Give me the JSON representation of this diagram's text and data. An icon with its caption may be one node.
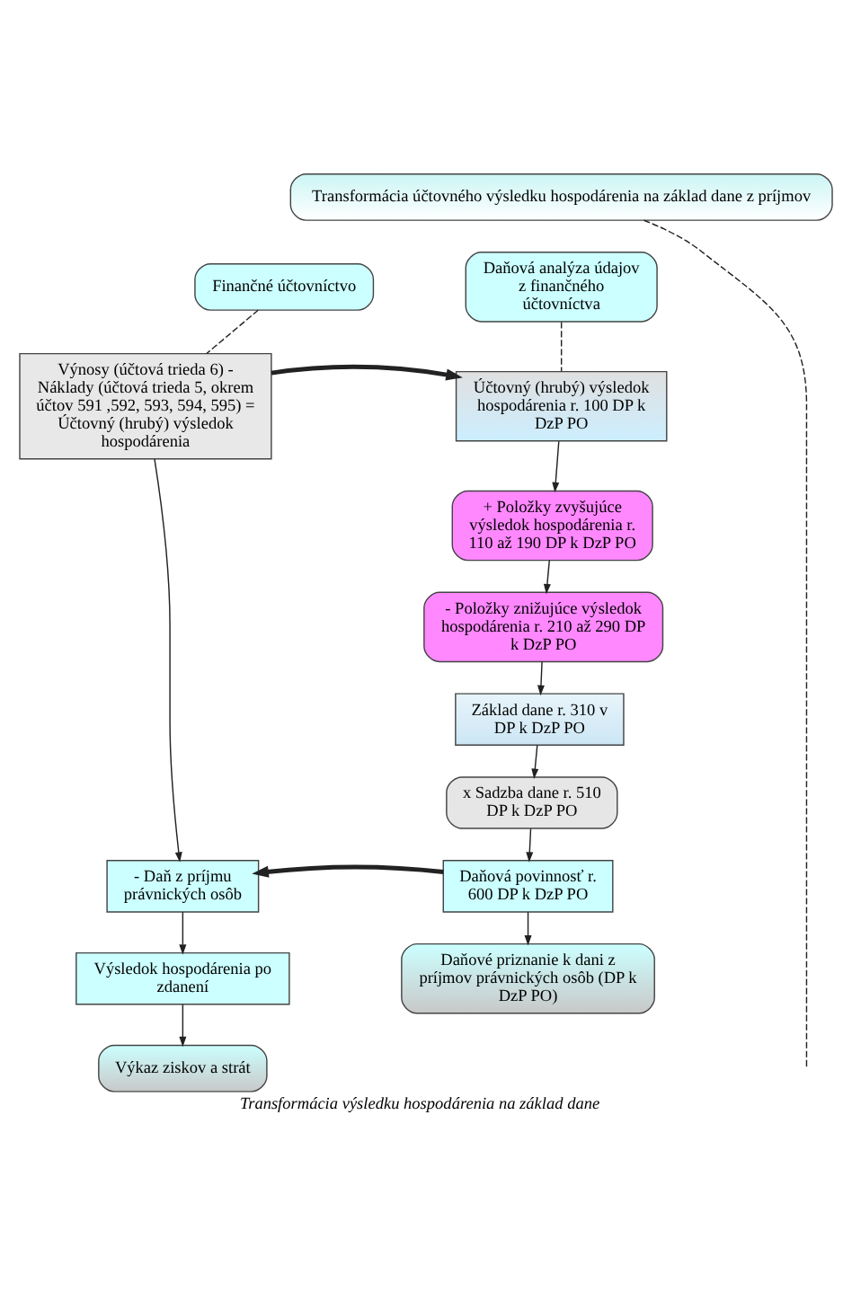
{
  "diagram": {
    "caption": "Transformácia výsledku hospodárenia na základ dane",
    "nodes": [
      {
        "text": [
          "Transformácia účtovného výsledku hospodárenia na základ dane z príjmov"
        ]
      },
      {
        "text": [
          "Finančné účtovníctvo"
        ]
      },
      {
        "text": [
          "Daňová analýza údajov z finančného účtovníctva"
        ]
      },
      {
        "text": [
          "Výnosy (účtová trieda 6) - Náklady (účtová trieda 5, okrem účtov 591 ,592, 593, 594, 595) = Účtovný (hrubý) výsledok hospodárenia"
        ]
      },
      {
        "text": [
          "Účtovný (hrubý) výsledok hospodárenia r. 100 DP k DzP PO"
        ]
      },
      {
        "text": [
          "+ Položky zvyšujúce výsledok hospodárenia r. 110 až 190 DP k DzP PO"
        ]
      },
      {
        "text": [
          "- Položky znižujúce výsledok hospodárenia r. 210 až 290 DP k DzP PO"
        ]
      },
      {
        "text": [
          "Základ dane r. 310 v DP k DzP PO"
        ]
      },
      {
        "text": [
          "x Sadzba dane r. 510 DP k DzP PO"
        ]
      },
      {
        "text": [
          "Daňová povinnosť r. 600 DP k DzP PO"
        ]
      },
      {
        "text": [
          "Daňové priznanie k dani z príjmov právnických osôb (DP k DzP PO)"
        ]
      },
      {
        "text": [
          "- Daň z príjmu právnických osôb"
        ]
      },
      {
        "text": [
          "Výsledok hospodárenia po zdanení"
        ]
      },
      {
        "text": [
          "Výkaz ziskov a strát"
        ]
      }
    ],
    "edges": [
      {
        "from": 0,
        "to": null,
        "arrow": "none",
        "style": "dashed"
      },
      {
        "from": 1,
        "to": 3,
        "arrow": "none",
        "style": "dashed"
      },
      {
        "from": 2,
        "to": 4,
        "arrow": "none",
        "style": "dashed"
      },
      {
        "from": 3,
        "to": 4,
        "arrow": "to",
        "style": "thick"
      },
      {
        "from": 4,
        "to": 5,
        "arrow": "to"
      },
      {
        "from": 5,
        "to": 6,
        "arrow": "to"
      },
      {
        "from": 6,
        "to": 7,
        "arrow": "to"
      },
      {
        "from": 7,
        "to": 8,
        "arrow": "to"
      },
      {
        "from": 8,
        "to": 9,
        "arrow": "to"
      },
      {
        "from": 9,
        "to": 10,
        "arrow": "to"
      },
      {
        "from": 9,
        "to": 11,
        "arrow": "to",
        "style": "thick"
      },
      {
        "from": 3,
        "to": 11,
        "arrow": "to"
      },
      {
        "from": 11,
        "to": 12,
        "arrow": "to"
      },
      {
        "from": 12,
        "to": 13,
        "arrow": "to"
      }
    ]
  }
}
